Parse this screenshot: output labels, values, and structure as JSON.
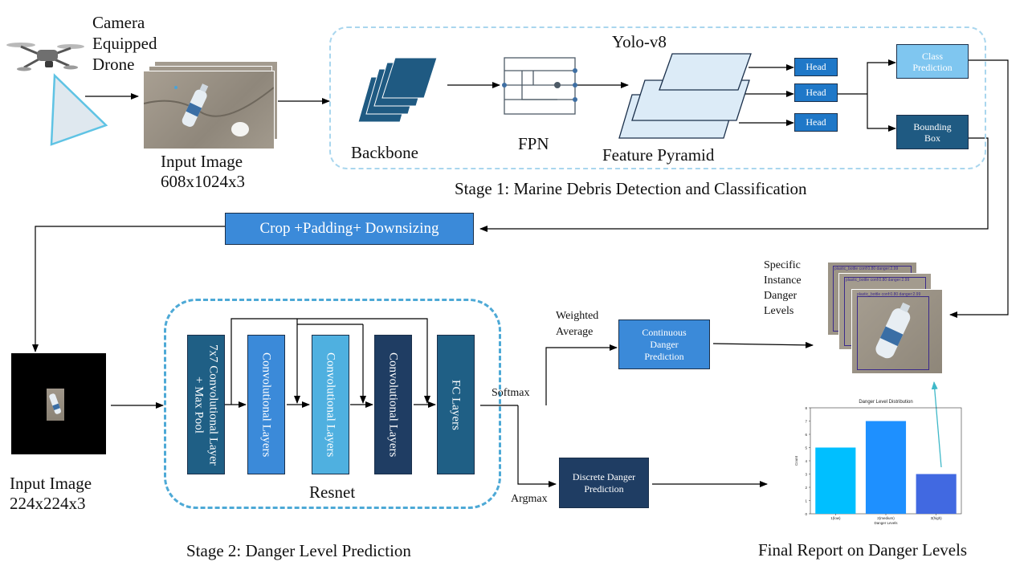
{
  "stage1": {
    "drone_label": [
      "Camera",
      "Equipped",
      "Drone"
    ],
    "input_label": "Input Image",
    "input_size": "608x1024x3",
    "backbone": "Backbone",
    "fpn": "FPN",
    "yolo": "Yolo-v8",
    "feature_pyramid": "Feature Pyramid",
    "heads": [
      "Head",
      "Head",
      "Head"
    ],
    "class_prediction": "Class Prediction",
    "bounding_box": "Bounding Box",
    "title": "Stage 1: Marine Debris Detection and Classification"
  },
  "crop": "Crop +Padding+ Downsizing",
  "stage2": {
    "input_label": "Input Image",
    "input_size": "224x224x3",
    "layers": [
      "7x7 Convolutional Layer + Max Pool",
      "Convolutional Layers",
      "Convolutional Layers",
      "Convolutional Layers",
      "FC Layers"
    ],
    "resnet": "Resnet",
    "softmax": "Softmax",
    "argmax": "Argmax",
    "weighted_average": [
      "Weighted",
      "Average"
    ],
    "continuous": "Continuous Danger Prediction",
    "discrete": "Discrete Danger Prediction",
    "title": "Stage 2: Danger Level Prediction"
  },
  "instance": {
    "label": [
      "Specific",
      "Instance",
      "Danger",
      "Levels"
    ],
    "det_labels": [
      "plastic_bottle conf:0.80 danger:2.99",
      "plastic_bottle conf:0.80 danger:2.99",
      "plastic_bottle conf:0.80 danger:2.99"
    ]
  },
  "final_report": "Final Report on Danger Levels",
  "chart_data": {
    "type": "bar",
    "title": "Danger Level Distribution",
    "categories": [
      "1(low)",
      "2(medium)",
      "3(high)"
    ],
    "values": [
      5,
      7,
      3
    ],
    "colors": [
      "#00bfff",
      "#1e90ff",
      "#4169e1"
    ],
    "xlabel": "Danger Levels",
    "ylabel": "Count",
    "ylim": [
      0,
      8
    ],
    "yticks": [
      0,
      1,
      2,
      3,
      4,
      5,
      6,
      7,
      8
    ]
  },
  "colors": {
    "dark_navy": "#1f3d63",
    "teal_dark": "#1f5f85",
    "mid_blue": "#3b8ad9",
    "light_blue": "#7fc6f0",
    "dashed": "#8cc8e8",
    "dashed2": "#4da9d6"
  }
}
